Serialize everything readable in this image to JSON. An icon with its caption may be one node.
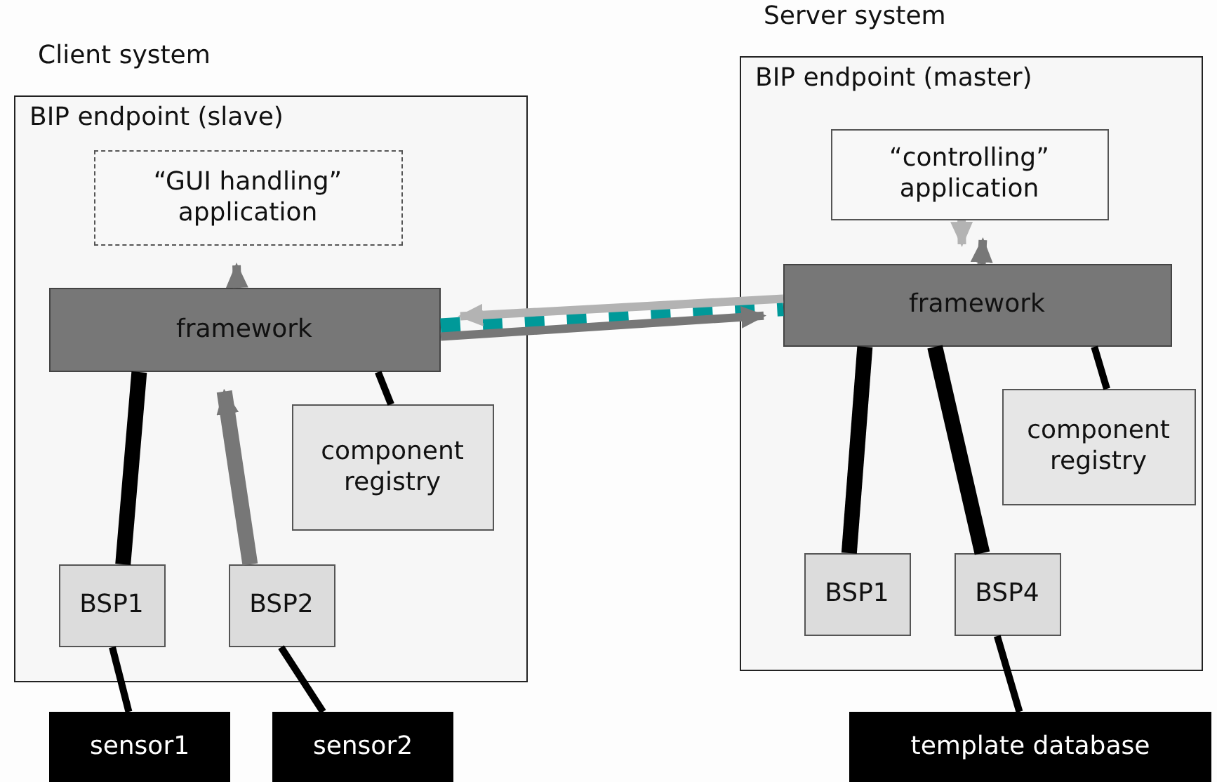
{
  "diagram": {
    "nodes": [
      {
        "text": [
          "BIP endpoint (slave)"
        ],
        "beside": [
          "Client system"
        ]
      },
      {
        "text": [
          "“GUI handling” application"
        ],
        "in": 0
      },
      {
        "text": [
          "framework"
        ],
        "in": 0
      },
      {
        "text": [
          "component registry"
        ],
        "in": 0
      },
      {
        "text": [
          "BSP1"
        ],
        "in": 0
      },
      {
        "text": [
          "BSP2"
        ],
        "in": 0
      },
      {
        "text": [
          "BIP endpoint (master)"
        ],
        "beside": [
          "Server system"
        ]
      },
      {
        "text": [
          "“controlling” application"
        ],
        "in": 6
      },
      {
        "text": [
          "framework"
        ],
        "in": 6
      },
      {
        "text": [
          "component registry"
        ],
        "in": 6
      },
      {
        "text": [
          "BSP1"
        ],
        "in": 6
      },
      {
        "text": [
          "BSP4"
        ],
        "in": 6
      },
      {
        "text": [
          "sensor1"
        ]
      },
      {
        "text": [
          "sensor2"
        ]
      },
      {
        "text": [
          "template database"
        ]
      }
    ],
    "edges": [
      {
        "from": 2,
        "to": 1,
        "arrow": "to",
        "color": "#777777"
      },
      {
        "from": 4,
        "to": 2,
        "arrow": "none",
        "style": "thick"
      },
      {
        "from": 5,
        "to": 2,
        "arrow": "to",
        "style": "thick",
        "color": "#777777"
      },
      {
        "from": 3,
        "to": 2,
        "arrow": "none"
      },
      {
        "from": 12,
        "to": 4,
        "arrow": "none"
      },
      {
        "from": 13,
        "to": 5,
        "arrow": "none"
      },
      {
        "from": 2,
        "to": 8,
        "arrow": "none",
        "style": "dashed",
        "color": "#009999"
      },
      {
        "from": 8,
        "to": 2,
        "arrow": "to",
        "color": "#b3b3b3"
      },
      {
        "from": 2,
        "to": 8,
        "arrow": "to",
        "color": "#777777"
      },
      {
        "from": 8,
        "to": 7,
        "arrow": "to",
        "color": "#777777"
      },
      {
        "from": 7,
        "to": 8,
        "arrow": "to",
        "color": "#b3b3b3"
      },
      {
        "from": 10,
        "to": 8,
        "arrow": "none",
        "style": "thick"
      },
      {
        "from": 11,
        "to": 8,
        "arrow": "none",
        "style": "thick"
      },
      {
        "from": 9,
        "to": 8,
        "arrow": "none"
      },
      {
        "from": 14,
        "to": 11,
        "arrow": "none"
      }
    ]
  }
}
